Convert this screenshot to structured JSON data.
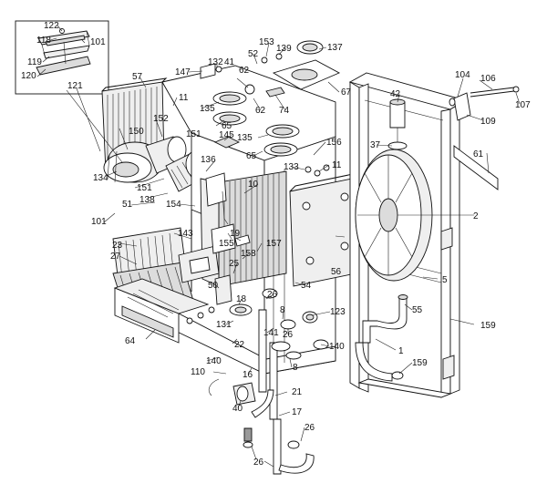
{
  "diagram": {
    "part_numbers": [
      "122",
      "118",
      "101",
      "119",
      "120",
      "121",
      "57",
      "11",
      "152",
      "150",
      "134",
      "151",
      "138",
      "51",
      "101",
      "143",
      "23",
      "27",
      "147",
      "132",
      "41",
      "62",
      "52",
      "153",
      "139",
      "137",
      "67",
      "74",
      "62",
      "135",
      "65",
      "145",
      "135",
      "151",
      "136",
      "65",
      "156",
      "133",
      "11",
      "10",
      "154",
      "19",
      "155",
      "157",
      "158",
      "25",
      "26",
      "50",
      "18",
      "8",
      "54",
      "56",
      "123",
      "141",
      "131",
      "22",
      "26",
      "140",
      "140",
      "110",
      "16",
      "8",
      "64",
      "21",
      "40",
      "17",
      "26",
      "26",
      "104",
      "106",
      "107",
      "109",
      "42",
      "37",
      "61",
      "2",
      "5",
      "159",
      "55",
      "1",
      "159"
    ]
  }
}
